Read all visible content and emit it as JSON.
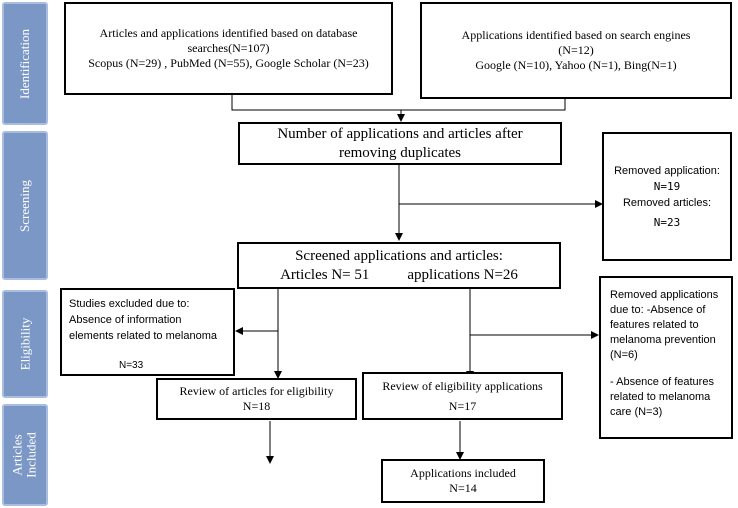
{
  "stages": {
    "identification": "Identification",
    "screening": "Screening",
    "eligibility": "Eligibility",
    "included_line1": "Articles",
    "included_line2": "Included"
  },
  "boxes": {
    "db_search": {
      "line1": "Articles  and applications  identified based on database",
      "line2": "searches(N=107)",
      "line3": "Scopus (N=29) , PubMed (N=55),  Google Scholar (N=23)"
    },
    "engine_search": {
      "line1": "Applications  identified based on search engines",
      "line2": "(N=12)",
      "line3": "Google (N=10), Yahoo (N=1), Bing(N=1)"
    },
    "after_duplicates": {
      "line1": "Number of applications and articles after",
      "line2": "removing duplicates"
    },
    "removed_duplicates": {
      "line1": "Removed application:",
      "line2": "N=19",
      "line3": "Removed articles:",
      "line4": "N=23"
    },
    "screened": {
      "line1": "Screened applications and articles:",
      "articles": "Articles N= 51",
      "applications": "applications  N=26"
    },
    "excluded_studies": {
      "line1": "Studies excluded due to:",
      "line2": "Absence of information",
      "line3": "elements related to melanoma",
      "count": "N=33"
    },
    "removed_apps": {
      "line1": "Removed applications",
      "line2": "due to: -Absence of",
      "line3": "features related to",
      "line4": "melanoma prevention",
      "line5": "(N=6)",
      "line6": "- Absence of features",
      "line7": "related to melanoma",
      "line8": "care (N=3)"
    },
    "review_articles": {
      "line1": "Review of articles  for eligibility",
      "line2": "N=18"
    },
    "review_apps": {
      "line1": "Review of eligibility  applications",
      "line2": "N=17"
    },
    "apps_included": {
      "line1": "Applications  included",
      "line2": "N=14"
    }
  }
}
